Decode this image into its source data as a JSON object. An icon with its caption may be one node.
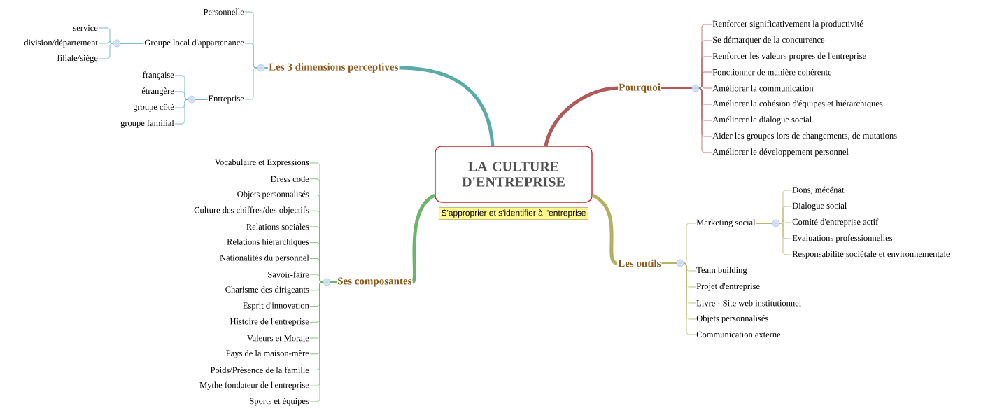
{
  "diagram": {
    "nodes": [
      {
        "text": [
          "LA CULTURE D'ENTREPRISE"
        ],
        "beside": [
          "S'approprier et s'identifier à l'entreprise"
        ]
      },
      {
        "text": [
          "Les 3 dimensions perceptives"
        ]
      },
      {
        "text": [
          "Personnelle"
        ]
      },
      {
        "text": [
          "Groupe local d'appartenance"
        ]
      },
      {
        "text": [
          "service"
        ]
      },
      {
        "text": [
          "division/département"
        ]
      },
      {
        "text": [
          "filiale/siège"
        ]
      },
      {
        "text": [
          "Entreprise"
        ]
      },
      {
        "text": [
          "française"
        ]
      },
      {
        "text": [
          "étrangère"
        ]
      },
      {
        "text": [
          "groupe côté"
        ]
      },
      {
        "text": [
          "groupe familial"
        ]
      },
      {
        "text": [
          "Pourquoi"
        ]
      },
      {
        "text": [
          "Renforcer significativement la productivité"
        ]
      },
      {
        "text": [
          "Se démarquer de la concurrence"
        ]
      },
      {
        "text": [
          "Renforcer les valeurs propres de l'entreprise"
        ]
      },
      {
        "text": [
          "Fonctionner de manière cohérente"
        ]
      },
      {
        "text": [
          "Améliorer la communication"
        ]
      },
      {
        "text": [
          "Améliorer la cohésion d'équipes et hiérarchiques"
        ]
      },
      {
        "text": [
          "Améliorer le dialogue social"
        ]
      },
      {
        "text": [
          "Aider les groupes lors de changements, de mutations"
        ]
      },
      {
        "text": [
          "Améliorer le développement personnel"
        ]
      },
      {
        "text": [
          "Ses composantes"
        ]
      },
      {
        "text": [
          "Vocabulaire et Expressions"
        ]
      },
      {
        "text": [
          "Dress code"
        ]
      },
      {
        "text": [
          "Objets personnalisés"
        ]
      },
      {
        "text": [
          "Culture des chiffres/des objectifs"
        ]
      },
      {
        "text": [
          "Relations sociales"
        ]
      },
      {
        "text": [
          "Relations hiérarchiques"
        ]
      },
      {
        "text": [
          "Nationalités du personnel"
        ]
      },
      {
        "text": [
          "Savoir-faire"
        ]
      },
      {
        "text": [
          "Charisme des dirigeants"
        ]
      },
      {
        "text": [
          "Esprit d'innovation"
        ]
      },
      {
        "text": [
          "Histoire de l'entreprise"
        ]
      },
      {
        "text": [
          "Valeurs et Morale"
        ]
      },
      {
        "text": [
          "Pays de la maison-mère"
        ]
      },
      {
        "text": [
          "Poids/Présence de la famille"
        ]
      },
      {
        "text": [
          "Mythe fondateur de l'entreprise"
        ]
      },
      {
        "text": [
          "Sports et équipes"
        ]
      },
      {
        "text": [
          "Les outils"
        ]
      },
      {
        "text": [
          "Marketing social"
        ]
      },
      {
        "text": [
          "Dons, mécénat"
        ]
      },
      {
        "text": [
          "Dialogue social"
        ]
      },
      {
        "text": [
          "Comité d'entreprise actif"
        ]
      },
      {
        "text": [
          "Evaluations professionnelles"
        ]
      },
      {
        "text": [
          "Responsabilité sociétale et environnementale"
        ]
      },
      {
        "text": [
          "Team building"
        ]
      },
      {
        "text": [
          "Projet d'entreprise"
        ]
      },
      {
        "text": [
          "Livre - Site web institutionnel"
        ]
      },
      {
        "text": [
          "Objets personnalisés"
        ]
      },
      {
        "text": [
          "Communication externe"
        ]
      }
    ],
    "edges": [
      {
        "from": 0,
        "to": 1,
        "arrow": "none",
        "style": "thick",
        "color": "#5aaba8"
      },
      {
        "from": 1,
        "to": 2,
        "arrow": "none",
        "color": "#5aaba8"
      },
      {
        "from": 1,
        "to": 3,
        "arrow": "none",
        "color": "#5aaba8"
      },
      {
        "from": 3,
        "to": 4,
        "arrow": "none",
        "color": "#5aaba8"
      },
      {
        "from": 3,
        "to": 5,
        "arrow": "none",
        "color": "#5aaba8"
      },
      {
        "from": 3,
        "to": 6,
        "arrow": "none",
        "color": "#5aaba8"
      },
      {
        "from": 1,
        "to": 7,
        "arrow": "none",
        "color": "#5aaba8"
      },
      {
        "from": 7,
        "to": 8,
        "arrow": "none",
        "color": "#5aaba8"
      },
      {
        "from": 7,
        "to": 9,
        "arrow": "none",
        "color": "#5aaba8"
      },
      {
        "from": 7,
        "to": 10,
        "arrow": "none",
        "color": "#5aaba8"
      },
      {
        "from": 7,
        "to": 11,
        "arrow": "none",
        "color": "#5aaba8"
      },
      {
        "from": 0,
        "to": 12,
        "arrow": "none",
        "style": "thick",
        "color": "#b0595b"
      },
      {
        "from": 12,
        "to": 13,
        "arrow": "none",
        "color": "#b0595b"
      },
      {
        "from": 12,
        "to": 14,
        "arrow": "none",
        "color": "#b0595b"
      },
      {
        "from": 12,
        "to": 15,
        "arrow": "none",
        "color": "#b0595b"
      },
      {
        "from": 12,
        "to": 16,
        "arrow": "none",
        "color": "#b0595b"
      },
      {
        "from": 12,
        "to": 17,
        "arrow": "none",
        "color": "#b0595b"
      },
      {
        "from": 12,
        "to": 18,
        "arrow": "none",
        "color": "#b0595b"
      },
      {
        "from": 12,
        "to": 19,
        "arrow": "none",
        "color": "#b0595b"
      },
      {
        "from": 12,
        "to": 20,
        "arrow": "none",
        "color": "#b0595b"
      },
      {
        "from": 12,
        "to": 21,
        "arrow": "none",
        "color": "#b0595b"
      },
      {
        "from": 0,
        "to": 22,
        "arrow": "none",
        "style": "thick",
        "color": "#6cb46c"
      },
      {
        "from": 22,
        "to": 23,
        "arrow": "none",
        "color": "#6cb46c"
      },
      {
        "from": 22,
        "to": 24,
        "arrow": "none",
        "color": "#6cb46c"
      },
      {
        "from": 22,
        "to": 25,
        "arrow": "none",
        "color": "#6cb46c"
      },
      {
        "from": 22,
        "to": 26,
        "arrow": "none",
        "color": "#6cb46c"
      },
      {
        "from": 22,
        "to": 27,
        "arrow": "none",
        "color": "#6cb46c"
      },
      {
        "from": 22,
        "to": 28,
        "arrow": "none",
        "color": "#6cb46c"
      },
      {
        "from": 22,
        "to": 29,
        "arrow": "none",
        "color": "#6cb46c"
      },
      {
        "from": 22,
        "to": 30,
        "arrow": "none",
        "color": "#6cb46c"
      },
      {
        "from": 22,
        "to": 31,
        "arrow": "none",
        "color": "#6cb46c"
      },
      {
        "from": 22,
        "to": 32,
        "arrow": "none",
        "color": "#6cb46c"
      },
      {
        "from": 22,
        "to": 33,
        "arrow": "none",
        "color": "#6cb46c"
      },
      {
        "from": 22,
        "to": 34,
        "arrow": "none",
        "color": "#6cb46c"
      },
      {
        "from": 22,
        "to": 35,
        "arrow": "none",
        "color": "#6cb46c"
      },
      {
        "from": 22,
        "to": 36,
        "arrow": "none",
        "color": "#6cb46c"
      },
      {
        "from": 22,
        "to": 37,
        "arrow": "none",
        "color": "#6cb46c"
      },
      {
        "from": 22,
        "to": 38,
        "arrow": "none",
        "color": "#6cb46c"
      },
      {
        "from": 0,
        "to": 39,
        "arrow": "none",
        "style": "thick",
        "color": "#b3b063"
      },
      {
        "from": 39,
        "to": 40,
        "arrow": "none",
        "color": "#b3b063"
      },
      {
        "from": 40,
        "to": 41,
        "arrow": "none",
        "color": "#b3b063"
      },
      {
        "from": 40,
        "to": 42,
        "arrow": "none",
        "color": "#b3b063"
      },
      {
        "from": 40,
        "to": 43,
        "arrow": "none",
        "color": "#b3b063"
      },
      {
        "from": 40,
        "to": 44,
        "arrow": "none",
        "color": "#b3b063"
      },
      {
        "from": 40,
        "to": 45,
        "arrow": "none",
        "color": "#b3b063"
      },
      {
        "from": 39,
        "to": 46,
        "arrow": "none",
        "color": "#b3b063"
      },
      {
        "from": 39,
        "to": 47,
        "arrow": "none",
        "color": "#b3b063"
      },
      {
        "from": 39,
        "to": 48,
        "arrow": "none",
        "color": "#b3b063"
      },
      {
        "from": 39,
        "to": 49,
        "arrow": "none",
        "color": "#b3b063"
      },
      {
        "from": 39,
        "to": 50,
        "arrow": "none",
        "color": "#b3b063"
      }
    ]
  }
}
